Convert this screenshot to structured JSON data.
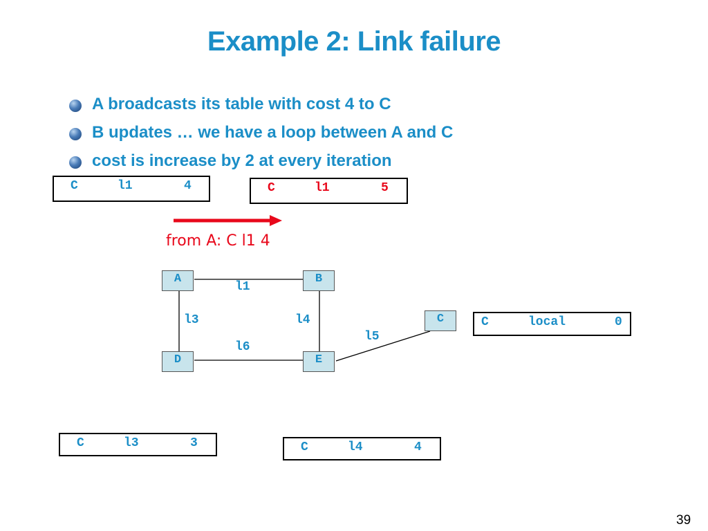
{
  "title": "Example 2: Link failure",
  "bullets": [
    "A broadcasts its table with cost 4 to C",
    "B updates … we have a loop between A and C",
    "cost is increase by 2 at every iteration"
  ],
  "routing_tables": {
    "A": {
      "dest": "C",
      "link": "l1",
      "cost": "4"
    },
    "B": {
      "dest": "C",
      "link": "l1",
      "cost": "5"
    },
    "C": {
      "dest": "C",
      "link": "local",
      "cost": "0"
    },
    "D": {
      "dest": "C",
      "link": "l3",
      "cost": "3"
    },
    "E": {
      "dest": "C",
      "link": "l4",
      "cost": "4"
    }
  },
  "annotation": "from A: C l1 4",
  "colors": {
    "title": "#1b8ec7",
    "highlight": "#e8081b",
    "node_fill": "#c8e4ec"
  },
  "nodes": {
    "A": "A",
    "B": "B",
    "C": "C",
    "D": "D",
    "E": "E"
  },
  "links": {
    "l1": "l1",
    "l3": "l3",
    "l4": "l4",
    "l5": "l5",
    "l6": "l6"
  },
  "page_number": "39"
}
